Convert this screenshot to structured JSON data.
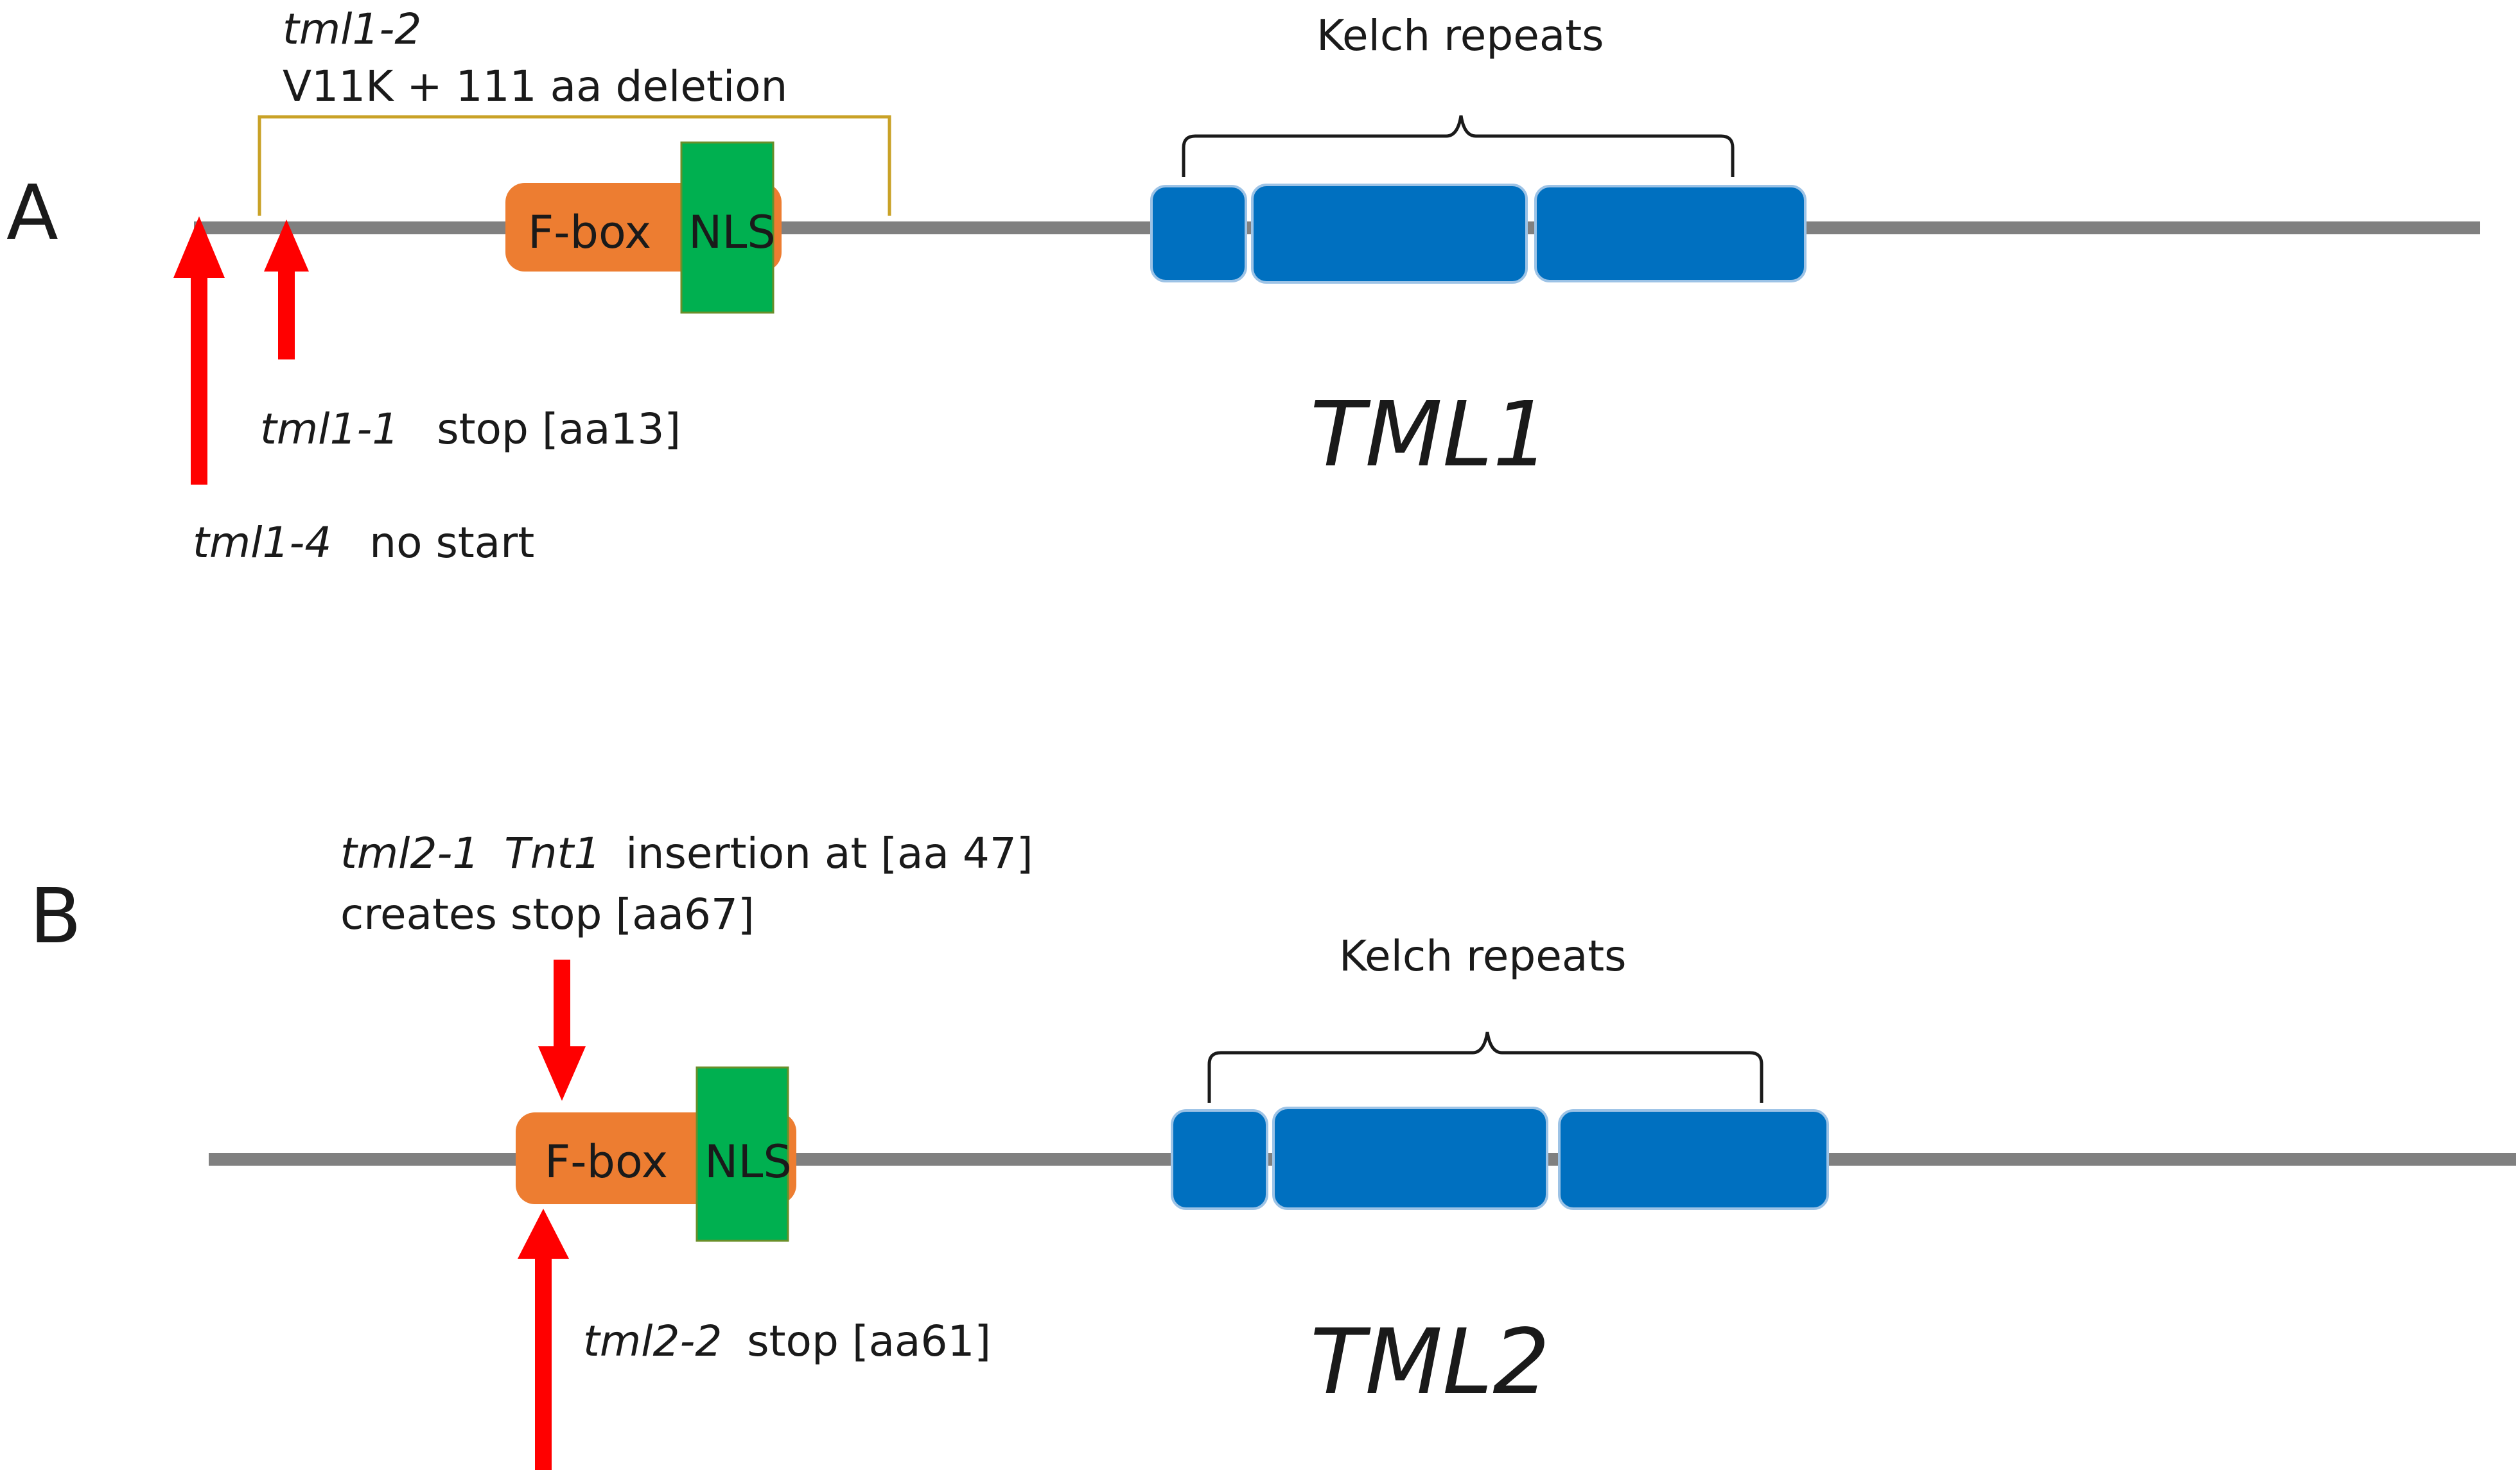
{
  "colors": {
    "backbone": "#808080",
    "fbox": "#ED7D31",
    "nls": "#00B050",
    "kelch": "#0070C0",
    "arrow": "#FF0000",
    "deletion_bracket": "#C9A227",
    "text": "#1a1a1a"
  },
  "panel_a": {
    "letter": "A",
    "gene_name": "TML1",
    "fbox_label": "F-box",
    "nls_label": "NLS",
    "kelch_label": "Kelch repeats",
    "deletion_allele": "tml1-2",
    "deletion_desc": "V11K + 111 aa deletion",
    "allele_1_name": "tml1-1",
    "allele_1_desc": "stop [aa13]",
    "allele_4_name": "tml1-4",
    "allele_4_desc": "no start"
  },
  "panel_b": {
    "letter": "B",
    "gene_name": "TML2",
    "fbox_label": "F-box",
    "nls_label": "NLS",
    "kelch_label": "Kelch repeats",
    "allele_1_name": "tml2-1",
    "allele_1_element": "Tnt1",
    "allele_1_desc_line1": "insertion at [aa 47]",
    "allele_1_desc_line2": "creates stop [aa67]",
    "allele_2_name": "tml2-2",
    "allele_2_desc": "stop [aa61]"
  }
}
